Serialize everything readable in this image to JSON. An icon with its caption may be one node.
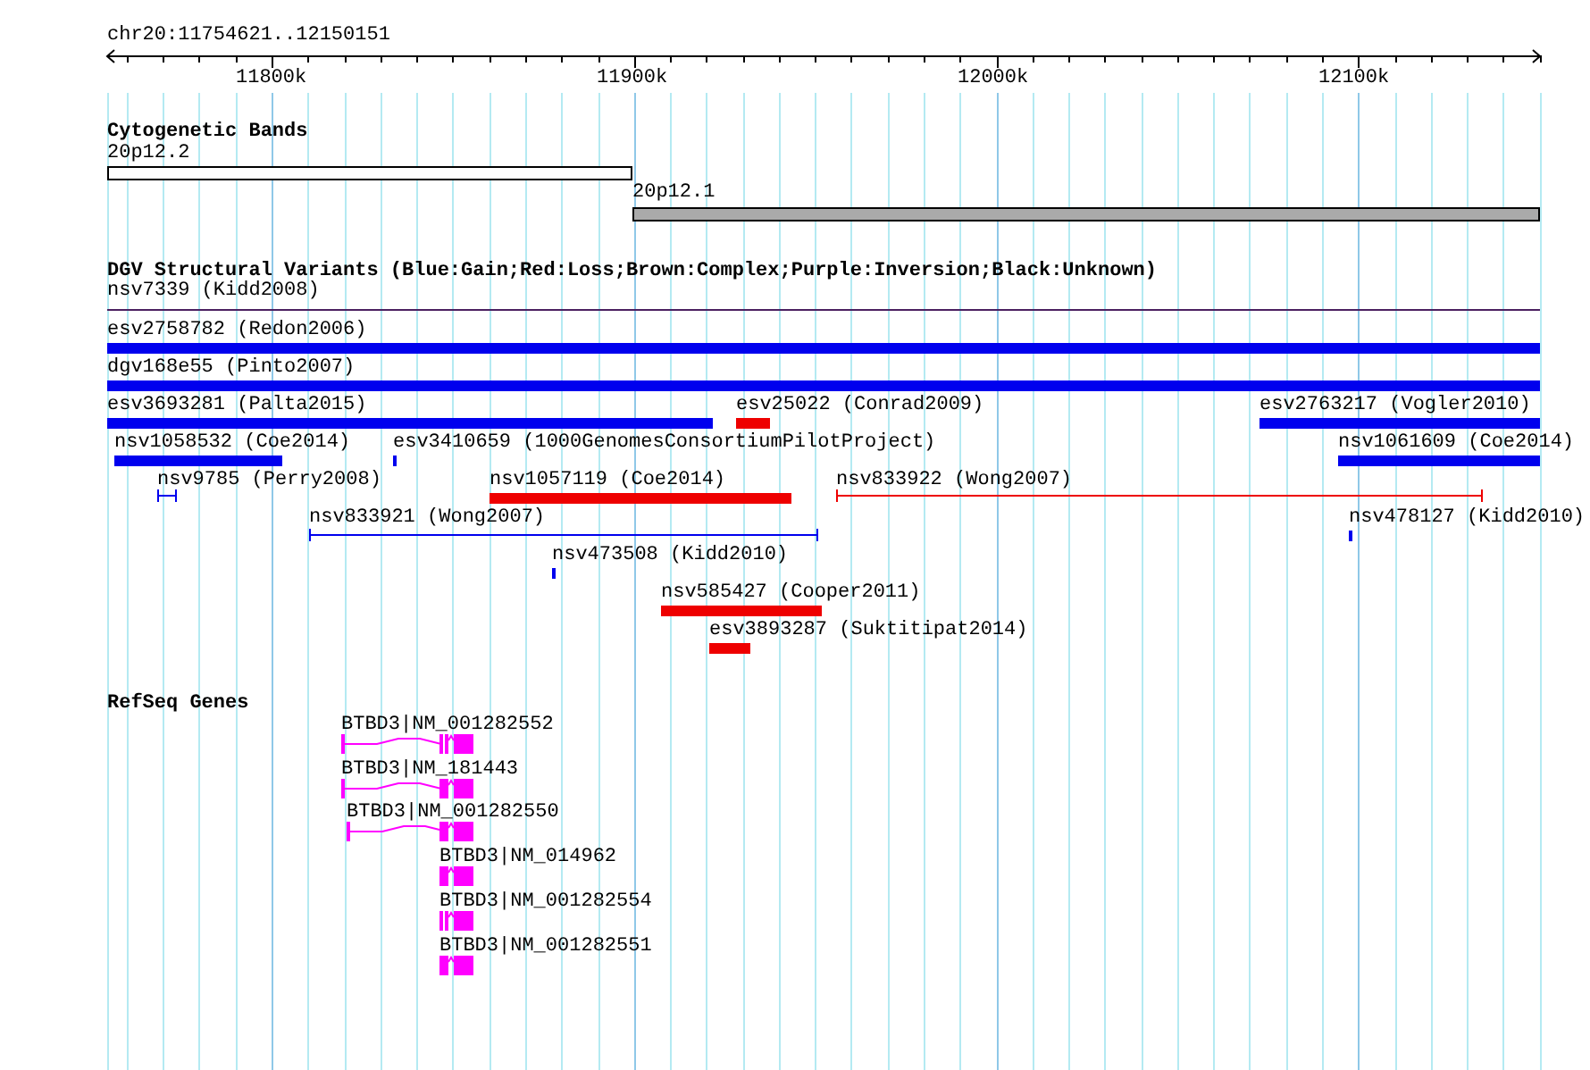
{
  "diagram": {
    "nodes": [
      {
        "text": [
          "20p12.2"
        ]
      },
      {
        "text": [
          "20p12.1"
        ]
      },
      {
        "text": [
          "nsv7339 (Kidd2008)"
        ]
      },
      {
        "text": [
          "esv2758782 (Redon2006)"
        ]
      },
      {
        "text": [
          "dgv168e55 (Pinto2007)"
        ]
      },
      {
        "text": [
          "esv3693281 (Palta2015)"
        ]
      },
      {
        "text": [
          "esv25022 (Conrad2009)"
        ]
      },
      {
        "text": [
          "esv2763217 (Vogler2010)"
        ]
      },
      {
        "text": [
          "nsv1058532 (Coe2014)"
        ]
      },
      {
        "text": [
          "esv3410659 (1000GenomesConsortiumPilotProject)"
        ]
      },
      {
        "text": [
          "nsv1061609 (Coe2014)"
        ]
      },
      {
        "text": [
          "nsv9785 (Perry2008)"
        ]
      },
      {
        "text": [
          "nsv1057119 (Coe2014)"
        ]
      },
      {
        "text": [
          "nsv833922 (Wong2007)"
        ]
      },
      {
        "text": [
          "nsv833921 (Wong2007)"
        ]
      },
      {
        "text": [
          "nsv478127 (Kidd2010)"
        ]
      },
      {
        "text": [
          "nsv473508 (Kidd2010)"
        ]
      },
      {
        "text": [
          "nsv585427 (Cooper2011)"
        ]
      },
      {
        "text": [
          "esv3893287 (Suktitipat2014)"
        ]
      },
      {
        "text": [
          "BTBD3|NM_001282552"
        ]
      },
      {
        "text": [
          "BTBD3|NM_181443"
        ]
      },
      {
        "text": [
          "BTBD3|NM_001282550"
        ]
      },
      {
        "text": [
          "BTBD3|NM_014962"
        ]
      },
      {
        "text": [
          "BTBD3|NM_001282554"
        ]
      },
      {
        "text": [
          "BTBD3|NM_001282551"
        ]
      }
    ],
    "labels": [
      "chr20:11754621..12150151",
      "11800k",
      "11900k",
      "12000k",
      "12100k",
      "Cytogenetic Bands",
      "DGV Structural Variants (Blue:Gain;Red:Loss;Brown:Complex;Purple:Inversion;Black:Unknown)",
      "RefSeq Genes"
    ]
  }
}
